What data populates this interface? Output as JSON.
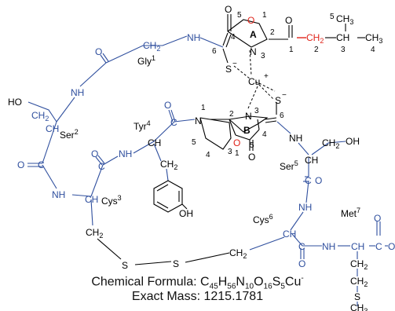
{
  "labels": {
    "gly": "Gly",
    "gly_sup": "1",
    "ser2": "Ser",
    "ser2_sup": "2",
    "cys3": "Cys",
    "cys3_sup": "3",
    "tyr4": "Tyr",
    "tyr4_sup": "4",
    "ser5": "Ser",
    "ser5_sup": "5",
    "cys6": "Cys",
    "cys6_sup": "6",
    "met7": "Met",
    "met7_sup": "7",
    "ring_a": "A",
    "ring_b": "B",
    "cu": "Cu",
    "cu_charge": "+",
    "s_minus": "−"
  },
  "atoms": {
    "nh": "NH",
    "n": "N",
    "o": "O",
    "s": "S",
    "oh": "OH",
    "ho": "HO",
    "ch2": "CH",
    "ch2_sub": "2",
    "ch": "CH",
    "ch3": "CH",
    "ch3_sub": "3",
    "c": "C"
  },
  "caption": {
    "formula_prefix": "Chemical Formula: C",
    "c": "45",
    "h_label": "H",
    "h": "56",
    "n_label": "N",
    "n": "10",
    "o_label": "O",
    "o": "16",
    "s_label": "S",
    "s": "5",
    "cu_label": "Cu",
    "charge": "-",
    "mass_label": "Exact Mass: 1215.1781"
  },
  "colors": {
    "peptide": "#2f4f9e",
    "core": "#000000",
    "highlight": "#e0241b"
  }
}
